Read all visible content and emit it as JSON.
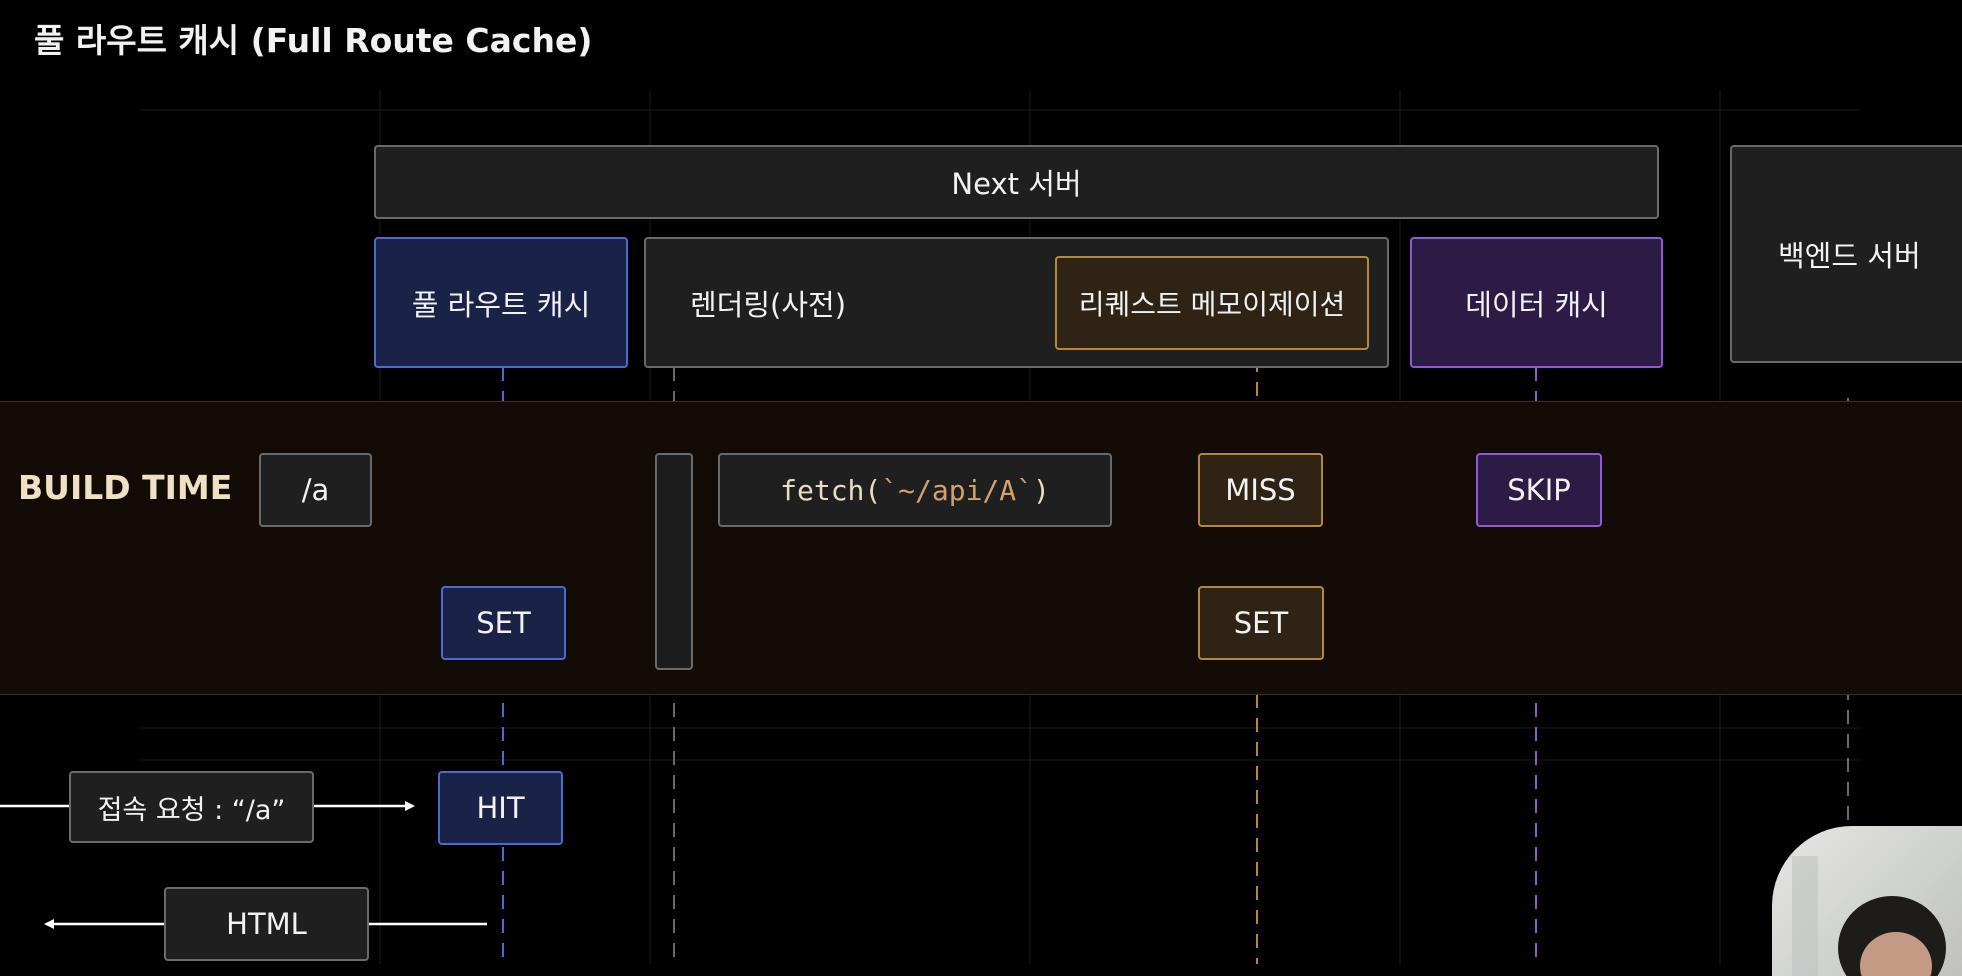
{
  "title": "풀 라우트 캐시 (Full Route Cache)",
  "band_label": "BUILD TIME",
  "headers": {
    "next_server": "Next 서버",
    "full_route_cache": "풀 라우트 캐시",
    "rendering": "렌더링(사전)",
    "request_memo": "리퀘스트 메모이제이션",
    "data_cache": "데이터 캐시",
    "backend": "백엔드 서버"
  },
  "nodes": {
    "route": "/a",
    "fetch_prefix": "fetch(",
    "fetch_arg": "`~/api/A`",
    "fetch_suffix": ")",
    "miss": "MISS",
    "skip": "SKIP",
    "set_cache": "SET",
    "set_memo": "SET",
    "request": "접속 요청 : “/a”",
    "hit": "HIT",
    "html": "HTML"
  },
  "colors": {
    "background": "#000000",
    "band": "#130c06",
    "full_route_cache": "#4a6bd0",
    "request_memo": "#b6873f",
    "data_cache": "#8d5bd5",
    "neutral": "#6a6a6a"
  }
}
